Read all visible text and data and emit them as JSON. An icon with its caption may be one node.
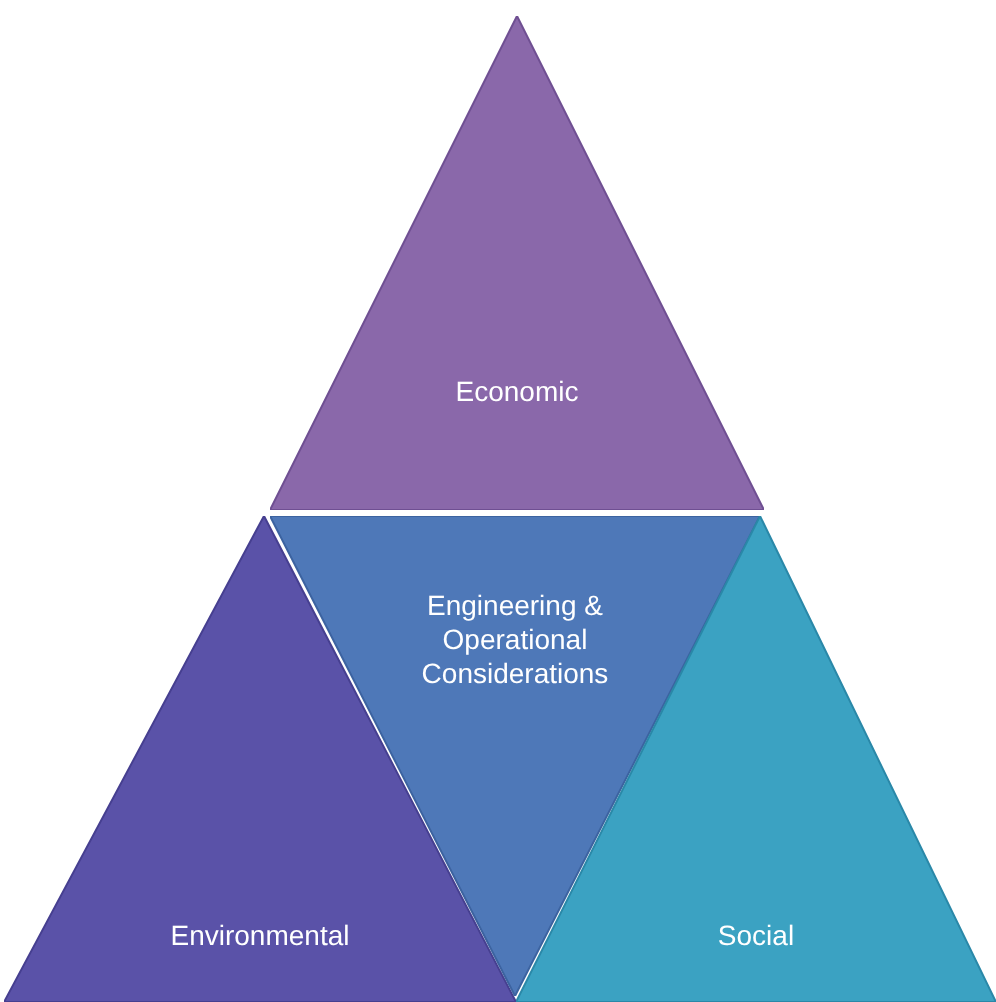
{
  "diagram": {
    "nodes": [
      {
        "text": [
          "Economic"
        ]
      },
      {
        "text": [
          "Environmental"
        ]
      },
      {
        "text": [
          "Engineering & Operational Considerations"
        ]
      },
      {
        "text": [
          "Social"
        ]
      }
    ]
  }
}
